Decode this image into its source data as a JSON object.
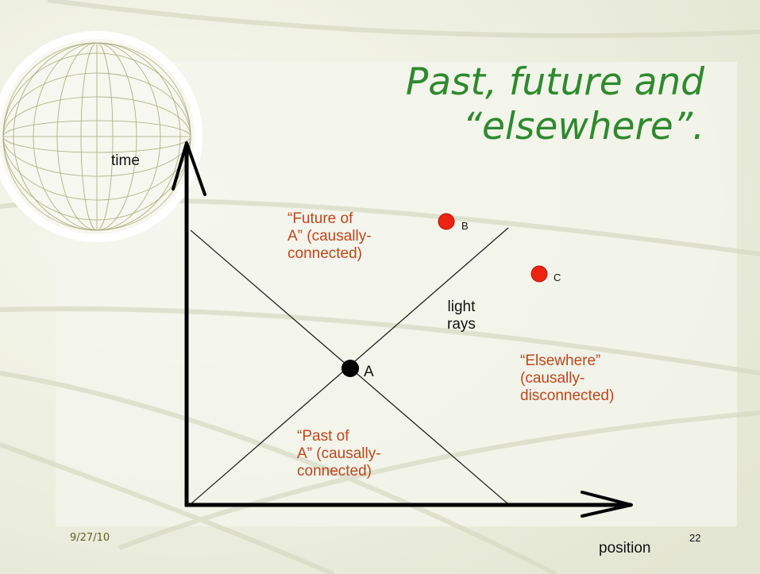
{
  "slide": {
    "title_line1": "Past, future and",
    "title_line2": "“elsewhere”.",
    "date": "9/27/10",
    "page_number": "22"
  },
  "diagram": {
    "axis_time_label": "time",
    "axis_position_label": "position",
    "light_rays_label": "light\nrays",
    "event_a_label": "A",
    "event_b_label": "B",
    "event_c_label": "C",
    "future_region_label": "“Future of\nA” (causally-\nconnected)",
    "past_region_label": "“Past of\nA” (causally-\nconnected)",
    "elsewhere_region_label": "“Elsewhere”\n(causally-\ndisconnected)"
  },
  "colors": {
    "title": "#2d8a2d",
    "region_text": "#c0461b",
    "event_red": "#ee2211",
    "event_black": "#000000",
    "background": "#eef0e2"
  }
}
